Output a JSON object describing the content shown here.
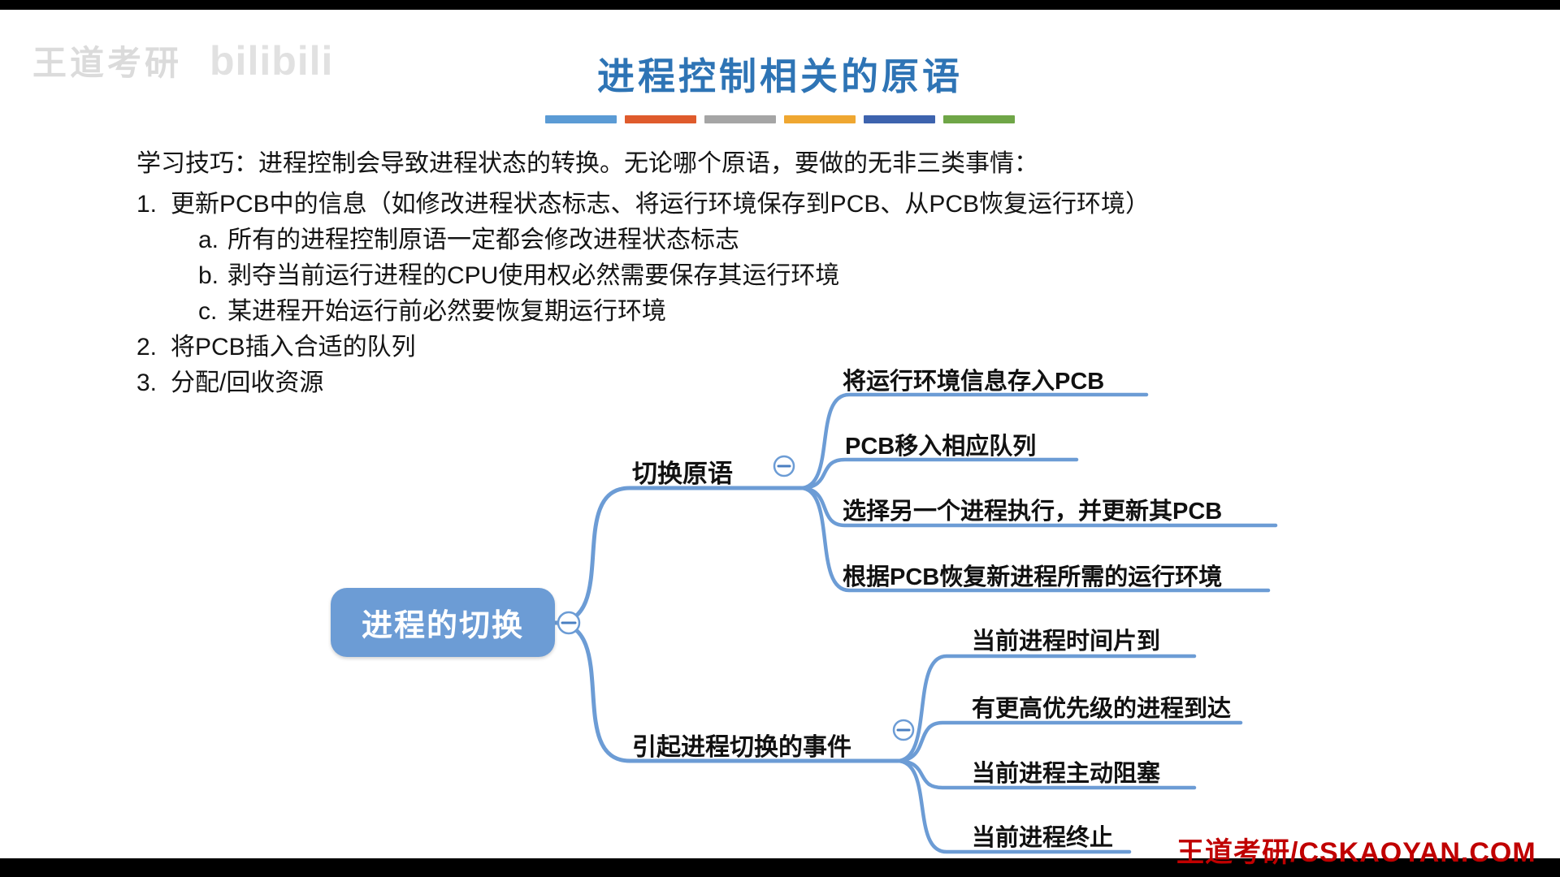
{
  "watermarks": {
    "top_left_brand": "王道考研",
    "top_left_logo": "bilibili",
    "bottom_right": "王道考研/CSKAOYAN.COM"
  },
  "slide": {
    "title": "进程控制相关的原语",
    "divider_colors": [
      "#5B9BD5",
      "#DF5B2C",
      "#A5A5A5",
      "#EFA731",
      "#3D63AE",
      "#6FA647"
    ]
  },
  "notes": {
    "intro": "学习技巧：进程控制会导致进程状态的转换。无论哪个原语，要做的无非三类事情：",
    "items": [
      {
        "prefix": "1.",
        "text": "更新PCB中的信息（如修改进程状态标志、将运行环境保存到PCB、从PCB恢复运行环境）"
      },
      {
        "prefix": "a.",
        "text": "所有的进程控制原语一定都会修改进程状态标志"
      },
      {
        "prefix": "b.",
        "text": "剥夺当前运行进程的CPU使用权必然需要保存其运行环境"
      },
      {
        "prefix": "c.",
        "text": "某进程开始运行前必然要恢复期运行环境"
      },
      {
        "prefix": "2.",
        "text": "将PCB插入合适的队列"
      },
      {
        "prefix": "3.",
        "text": "分配/回收资源"
      }
    ]
  },
  "mindmap": {
    "root": "进程的切换",
    "line_color": "#6C9CD5",
    "root_fill": "#6C9CD5",
    "branches": [
      {
        "label": "切换原语",
        "children": [
          "将运行环境信息存入PCB",
          "PCB移入相应队列",
          "选择另一个进程执行，并更新其PCB",
          "根据PCB恢复新进程所需的运行环境"
        ]
      },
      {
        "label": "引起进程切换的事件",
        "children": [
          "当前进程时间片到",
          "有更高优先级的进程到达",
          "当前进程主动阻塞",
          "当前进程终止"
        ]
      }
    ]
  }
}
